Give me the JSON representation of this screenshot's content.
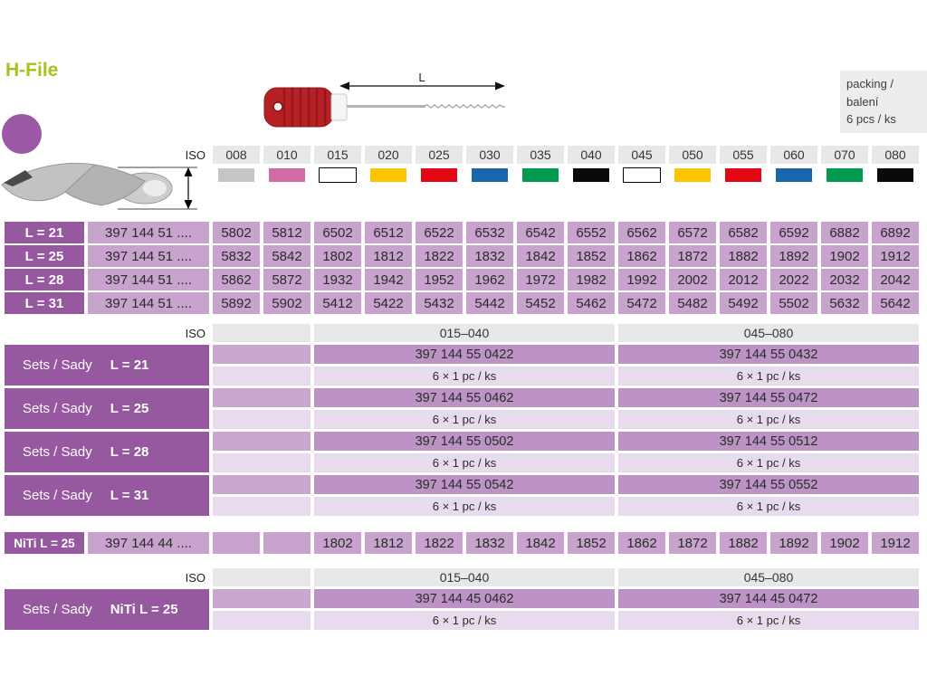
{
  "page": {
    "title": "H-File",
    "length_label": "L",
    "packing": {
      "line1": "packing / balení",
      "line2": "6 pcs / ks"
    }
  },
  "colors": {
    "accent_green": "#a3c517",
    "purple_header": "#96589e",
    "purple_cell": "#c7a3cd",
    "purple_set_code": "#bd93c5",
    "purple_set_qty": "#e8dbed",
    "iso_header_gray": "#e8e8e8",
    "handle_red": "#b72025"
  },
  "iso_header": {
    "label": "ISO",
    "sizes": [
      "008",
      "010",
      "015",
      "020",
      "025",
      "030",
      "035",
      "040",
      "045",
      "050",
      "055",
      "060",
      "070",
      "080"
    ],
    "swatch_colors": [
      "#c6c6c6",
      "#d06ba6",
      "#ffffff",
      "#fdc500",
      "#e30613",
      "#1966ac",
      "#019a4e",
      "#0a0a0a",
      "#ffffff",
      "#fdc500",
      "#e30613",
      "#1966ac",
      "#019a4e",
      "#0a0a0a"
    ]
  },
  "main_table": {
    "rows": [
      {
        "label": "L = 21",
        "prefix": "397 144 51 ....",
        "codes": [
          "5802",
          "5812",
          "6502",
          "6512",
          "6522",
          "6532",
          "6542",
          "6552",
          "6562",
          "6572",
          "6582",
          "6592",
          "6882",
          "6892"
        ]
      },
      {
        "label": "L = 25",
        "prefix": "397 144 51 ....",
        "codes": [
          "5832",
          "5842",
          "1802",
          "1812",
          "1822",
          "1832",
          "1842",
          "1852",
          "1862",
          "1872",
          "1882",
          "1892",
          "1902",
          "1912"
        ]
      },
      {
        "label": "L = 28",
        "prefix": "397 144 51 ....",
        "codes": [
          "5862",
          "5872",
          "1932",
          "1942",
          "1952",
          "1962",
          "1972",
          "1982",
          "1992",
          "2002",
          "2012",
          "2022",
          "2032",
          "2042"
        ]
      },
      {
        "label": "L = 31",
        "prefix": "397 144 51 ....",
        "codes": [
          "5892",
          "5902",
          "5412",
          "5422",
          "5432",
          "5442",
          "5452",
          "5462",
          "5472",
          "5482",
          "5492",
          "5502",
          "5632",
          "5642"
        ]
      }
    ]
  },
  "sets_table": {
    "iso_label": "ISO",
    "ranges": [
      "015–040",
      "045–080"
    ],
    "blocks": [
      {
        "label": "Sets / Sady",
        "sub": "L = 21",
        "codes": [
          "397 144 55 0422",
          "397 144 55 0432"
        ],
        "qty": [
          "6 × 1 pc / ks",
          "6 × 1 pc / ks"
        ]
      },
      {
        "label": "Sets / Sady",
        "sub": "L = 25",
        "codes": [
          "397 144 55 0462",
          "397 144 55 0472"
        ],
        "qty": [
          "6 × 1 pc / ks",
          "6 × 1 pc / ks"
        ]
      },
      {
        "label": "Sets / Sady",
        "sub": "L = 28",
        "codes": [
          "397 144 55 0502",
          "397 144 55 0512"
        ],
        "qty": [
          "6 × 1 pc / ks",
          "6 × 1 pc / ks"
        ]
      },
      {
        "label": "Sets / Sady",
        "sub": "L = 31",
        "codes": [
          "397 144 55 0542",
          "397 144 55 0552"
        ],
        "qty": [
          "6 × 1 pc / ks",
          "6 × 1 pc / ks"
        ]
      }
    ]
  },
  "niti_row": {
    "label": "NiTi L = 25",
    "prefix": "397 144 44 ....",
    "codes": [
      "",
      "",
      "1802",
      "1812",
      "1822",
      "1832",
      "1842",
      "1852",
      "1862",
      "1872",
      "1882",
      "1892",
      "1902",
      "1912"
    ]
  },
  "niti_sets": {
    "iso_label": "ISO",
    "ranges": [
      "015–040",
      "045–080"
    ],
    "block": {
      "label": "Sets / Sady",
      "sub": "NiTi L = 25",
      "codes": [
        "397 144 45 0462",
        "397 144 45 0472"
      ],
      "qty": [
        "6 × 1 pc / ks",
        "6 × 1 pc / ks"
      ]
    }
  }
}
